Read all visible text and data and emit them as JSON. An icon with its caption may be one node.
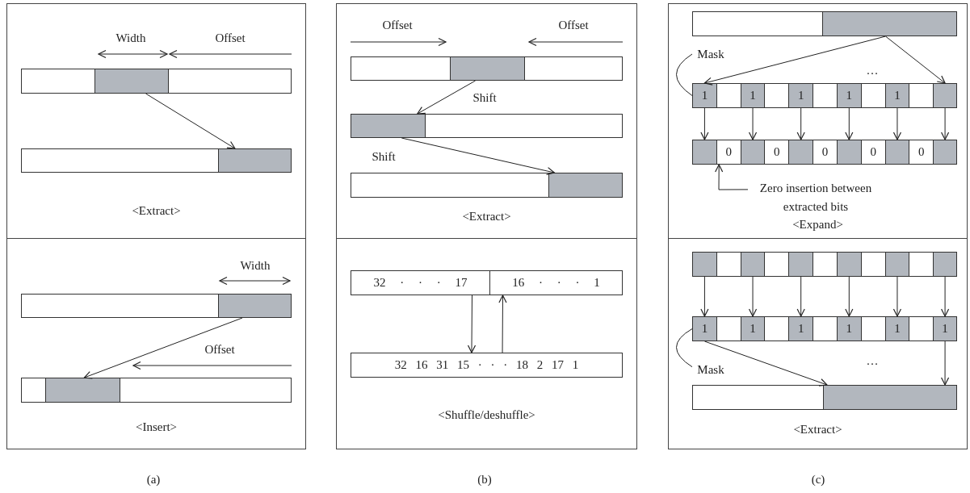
{
  "diagram": {
    "nodes": [
      {
        "text": [
          "<Extract>"
        ]
      },
      {
        "text": [],
        "shape": "bar",
        "in": 0
      },
      {
        "text": [],
        "shape": "box",
        "in": 1
      },
      {
        "text": [],
        "shape": "bar",
        "in": 0
      },
      {
        "text": [],
        "shape": "box",
        "in": 3
      },
      {
        "text": [
          "<Insert>"
        ]
      },
      {
        "text": [],
        "shape": "bar",
        "in": 5
      },
      {
        "text": [],
        "shape": "box",
        "in": 6
      },
      {
        "text": [],
        "shape": "bar",
        "in": 5
      },
      {
        "text": [],
        "shape": "box",
        "in": 8
      },
      {
        "text": [
          "<Extract>"
        ]
      },
      {
        "text": [],
        "shape": "bar",
        "in": 10
      },
      {
        "text": [],
        "shape": "box",
        "in": 11
      },
      {
        "text": [],
        "shape": "bar",
        "in": 10
      },
      {
        "text": [],
        "shape": "box",
        "in": 13
      },
      {
        "text": [],
        "shape": "bar",
        "in": 10
      },
      {
        "text": [],
        "shape": "box",
        "in": 15
      },
      {
        "text": [
          "<Shuffle/deshuffle>"
        ]
      },
      {
        "text": [],
        "shape": "bar",
        "in": 17
      },
      {
        "text": [
          "32 · · · 17"
        ],
        "in": 18
      },
      {
        "text": [
          "16 · · · 1"
        ],
        "in": 18
      },
      {
        "text": [
          "32 16 31 15 · · · 18 2 17 1"
        ],
        "in": 17
      },
      {
        "text": [
          "<Expand>"
        ]
      },
      {
        "text": [],
        "shape": "bar",
        "in": 22
      },
      {
        "text": [],
        "shape": "box",
        "in": 23
      },
      {
        "text": [
          "Mask"
        ],
        "in": 22
      },
      {
        "text": [],
        "shape": "bar",
        "in": 22
      },
      {
        "text": [
          "1"
        ],
        "in": 26
      },
      {
        "text": [
          "1"
        ],
        "in": 26
      },
      {
        "text": [
          "1"
        ],
        "in": 26
      },
      {
        "text": [
          "1"
        ],
        "in": 26
      },
      {
        "text": [
          "1"
        ],
        "in": 26
      },
      {
        "text": [],
        "shape": "box",
        "in": 26
      },
      {
        "text": [],
        "shape": "bar",
        "in": 22
      },
      {
        "text": [],
        "shape": "box",
        "in": 33
      },
      {
        "text": [
          "0"
        ],
        "in": 33
      },
      {
        "text": [],
        "shape": "box",
        "in": 33
      },
      {
        "text": [
          "0"
        ],
        "in": 33
      },
      {
        "text": [],
        "shape": "box",
        "in": 33
      },
      {
        "text": [
          "0"
        ],
        "in": 33
      },
      {
        "text": [],
        "shape": "box",
        "in": 33
      },
      {
        "text": [
          "0"
        ],
        "in": 33
      },
      {
        "text": [],
        "shape": "box",
        "in": 33
      },
      {
        "text": [
          "0"
        ],
        "in": 33
      },
      {
        "text": [],
        "shape": "box",
        "in": 33
      },
      {
        "text": [
          "Zero insertion between extracted bits"
        ],
        "in": 22
      },
      {
        "text": [
          "<Extract>"
        ]
      },
      {
        "text": [],
        "shape": "bar",
        "in": 46
      },
      {
        "text": [],
        "shape": "box",
        "in": 47
      },
      {
        "text": [],
        "shape": "box",
        "in": 47
      },
      {
        "text": [],
        "shape": "box",
        "in": 47
      },
      {
        "text": [],
        "shape": "box",
        "in": 47
      },
      {
        "text": [],
        "shape": "box",
        "in": 47
      },
      {
        "text": [],
        "shape": "box",
        "in": 47
      },
      {
        "text": [],
        "shape": "bar",
        "in": 46
      },
      {
        "text": [
          "1"
        ],
        "in": 54
      },
      {
        "text": [
          "1"
        ],
        "in": 54
      },
      {
        "text": [
          "1"
        ],
        "in": 54
      },
      {
        "text": [
          "1"
        ],
        "in": 54
      },
      {
        "text": [
          "1"
        ],
        "in": 54
      },
      {
        "text": [
          "1"
        ],
        "in": 54
      },
      {
        "text": [
          "Mask"
        ],
        "in": 46
      },
      {
        "text": [],
        "shape": "bar",
        "in": 46
      },
      {
        "text": [],
        "shape": "box",
        "in": 62
      }
    ],
    "edges": [
      {
        "from": 2,
        "to": 4,
        "arrow": "to"
      },
      {
        "from": 7,
        "to": 9,
        "arrow": "to"
      },
      {
        "from": 12,
        "to": 14,
        "arrow": "to",
        "label": "Shift"
      },
      {
        "from": 14,
        "to": 16,
        "arrow": "to",
        "label": "Shift"
      },
      {
        "from": 19,
        "to": 21,
        "arrow": "to"
      },
      {
        "from": 21,
        "to": 20,
        "arrow": "to"
      },
      {
        "from": 24,
        "to": 27,
        "arrow": "to"
      },
      {
        "from": 24,
        "to": 32,
        "arrow": "to"
      },
      {
        "from": 27,
        "to": 34,
        "arrow": "to"
      },
      {
        "from": 28,
        "to": 36,
        "arrow": "to"
      },
      {
        "from": 29,
        "to": 38,
        "arrow": "to"
      },
      {
        "from": 30,
        "to": 40,
        "arrow": "to"
      },
      {
        "from": 31,
        "to": 42,
        "arrow": "to"
      },
      {
        "from": 32,
        "to": 44,
        "arrow": "to"
      },
      {
        "from": 25,
        "to": 27,
        "arrow": "none"
      },
      {
        "from": 45,
        "to": 35,
        "arrow": "to"
      },
      {
        "from": 48,
        "to": 55,
        "arrow": "to"
      },
      {
        "from": 49,
        "to": 56,
        "arrow": "to"
      },
      {
        "from": 50,
        "to": 57,
        "arrow": "to"
      },
      {
        "from": 51,
        "to": 58,
        "arrow": "to"
      },
      {
        "from": 52,
        "to": 59,
        "arrow": "to"
      },
      {
        "from": 53,
        "to": 60,
        "arrow": "to"
      },
      {
        "from": 55,
        "to": 63,
        "arrow": "to"
      },
      {
        "from": 60,
        "to": 63,
        "arrow": "to"
      },
      {
        "from": 61,
        "to": 55,
        "arrow": "none"
      }
    ],
    "labels": [
      "Width",
      "Offset",
      "Width",
      "Offset",
      "Offset",
      "Offset",
      "…",
      "…",
      "(a)",
      "(b)",
      "(c)"
    ]
  }
}
